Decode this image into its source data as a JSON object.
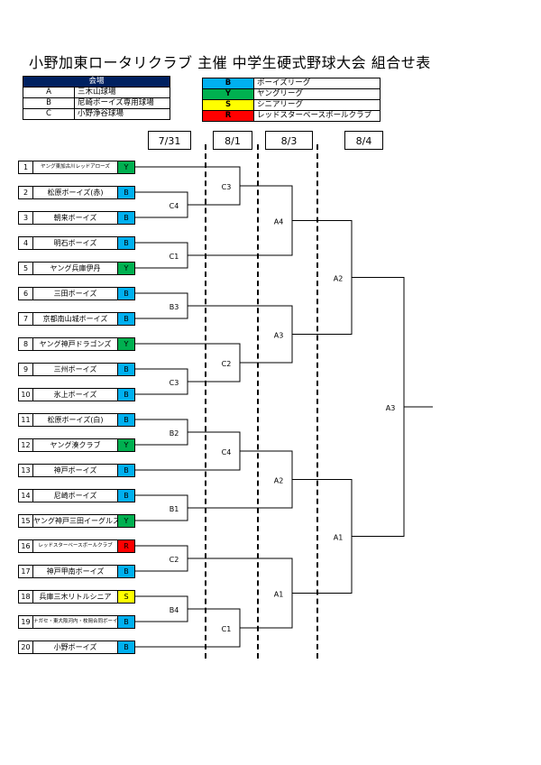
{
  "title": "小野加東ロータリクラブ 主催 中学生硬式野球大会 組合せ表",
  "venue_table": {
    "header": "会場",
    "rows": [
      {
        "code": "A",
        "name": "三木山球場"
      },
      {
        "code": "B",
        "name": "尼崎ボーイズ専用球場"
      },
      {
        "code": "C",
        "name": "小野浄谷球場"
      }
    ]
  },
  "league_table": {
    "rows": [
      {
        "code": "B",
        "name": "ボーイズリーグ",
        "color": "#00b0f0"
      },
      {
        "code": "Y",
        "name": "ヤングリーグ",
        "color": "#00b050"
      },
      {
        "code": "S",
        "name": "シニアリーグ",
        "color": "#ffff00"
      },
      {
        "code": "R",
        "name": "レッドスターベースボールクラブ",
        "color": "#ff0000"
      }
    ]
  },
  "dates": [
    "7/31",
    "8/1",
    "8/3",
    "8/4"
  ],
  "teams": [
    {
      "no": "1",
      "name": "ヤング東加古川レッドアローズ",
      "league": "Y"
    },
    {
      "no": "2",
      "name": "松原ボーイズ(赤)",
      "league": "B"
    },
    {
      "no": "3",
      "name": "朝来ボーイズ",
      "league": "B"
    },
    {
      "no": "4",
      "name": "明石ボーイズ",
      "league": "B"
    },
    {
      "no": "5",
      "name": "ヤング兵庫伊丹",
      "league": "Y"
    },
    {
      "no": "6",
      "name": "三田ボーイズ",
      "league": "B"
    },
    {
      "no": "7",
      "name": "京都南山城ボーイズ",
      "league": "B"
    },
    {
      "no": "8",
      "name": "ヤング神戸ドラゴンズ",
      "league": "Y"
    },
    {
      "no": "9",
      "name": "三州ボーイズ",
      "league": "B"
    },
    {
      "no": "10",
      "name": "氷上ボーイズ",
      "league": "B"
    },
    {
      "no": "11",
      "name": "松原ボーイズ(白)",
      "league": "B"
    },
    {
      "no": "12",
      "name": "ヤング湊クラブ",
      "league": "Y"
    },
    {
      "no": "13",
      "name": "神戸ボーイズ",
      "league": "B"
    },
    {
      "no": "14",
      "name": "尼崎ボーイズ",
      "league": "B"
    },
    {
      "no": "15",
      "name": "ヤング神戸三田イーグルス",
      "league": "Y"
    },
    {
      "no": "16",
      "name": "レッドスターベースボールクラブ",
      "league": "R"
    },
    {
      "no": "17",
      "name": "神戸甲南ボーイズ",
      "league": "B"
    },
    {
      "no": "18",
      "name": "兵庫三木リトルシニア",
      "league": "S"
    },
    {
      "no": "19",
      "name": "ナガセ・東大阪河内・枚岡合同ボーイズ",
      "league": "B"
    },
    {
      "no": "20",
      "name": "小野ボーイズ",
      "league": "B"
    }
  ],
  "matches": {
    "round1": [
      "C4",
      "C1",
      "B3",
      "C3",
      "B2",
      "B1",
      "C2",
      "B4"
    ],
    "round2": [
      "C3",
      "C2",
      "C4",
      "C1"
    ],
    "round3": [
      "A4",
      "A3",
      "A2",
      "A1"
    ],
    "round4": [
      "A2",
      "A1"
    ],
    "final": [
      "A3"
    ]
  }
}
